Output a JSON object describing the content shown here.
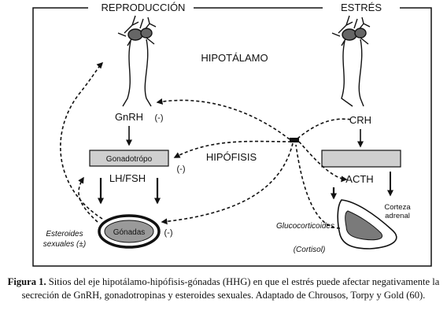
{
  "headers": {
    "reproduction": "REPRODUCCIÓN",
    "stress": "ESTRÉS"
  },
  "regions": {
    "hypothalamus": "HIPOTÁLAMO",
    "pituitary": "HIPÓFISIS"
  },
  "hormones": {
    "gnrh": "GnRH",
    "crh": "CRH",
    "lh_fsh": "LH/FSH",
    "acth": "ACTH",
    "glucocorticoids": "Glucocorticoides",
    "cortisol": "(Cortisol)",
    "sex_steroids_line1": "Esteroides",
    "sex_steroids_line2": "sexuales (±)"
  },
  "boxes": {
    "gonadotrope": "Gonadotrópo",
    "gonads": "Gónadas"
  },
  "organs": {
    "adrenal_line1": "Corteza",
    "adrenal_line2": "adrenal"
  },
  "inhibition_marks": {
    "gnrh": "(-)",
    "gonadotrope": "(-)",
    "gonads": "(-)"
  },
  "caption": {
    "label": "Figura 1.",
    "text": " Sitios del eje hipotálamo-hipófisis-gónadas (HHG) en que el estrés puede afectar negativamente la secreción de GnRH, gonadotropinas y esteroides sexuales. Adaptado de Chrousos, Torpy y Gold (60)."
  },
  "colors": {
    "box_fill": "#cfcfcf",
    "gonads_fill": "#9a9a9a",
    "adrenal_inner": "#7a7a7a",
    "line": "#111111"
  }
}
